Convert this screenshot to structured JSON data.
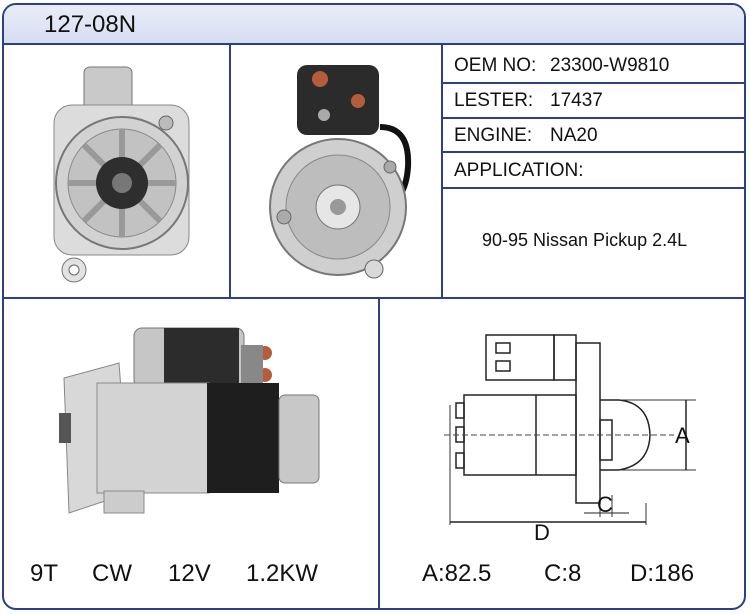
{
  "header": {
    "part_number": "127-08N"
  },
  "info": {
    "oem_label": "OEM NO:",
    "oem_value": "23300-W9810",
    "lester_label": "LESTER:",
    "lester_value": "17437",
    "engine_label": "ENGINE:",
    "engine_value": "NA20",
    "application_label": "APPLICATION:",
    "application_value": "90-95 Nissan Pickup 2.4L"
  },
  "specs": {
    "teeth": "9T",
    "rotation": "CW",
    "voltage": "12V",
    "power": "1.2KW"
  },
  "diagram": {
    "label_a": "A",
    "label_c": "C",
    "label_d": "D",
    "a_value": "A:82.5",
    "c_value": "C:8",
    "d_value": "D:186"
  },
  "colors": {
    "border": "#2b3f8c",
    "header_bg": "#d7def2"
  }
}
